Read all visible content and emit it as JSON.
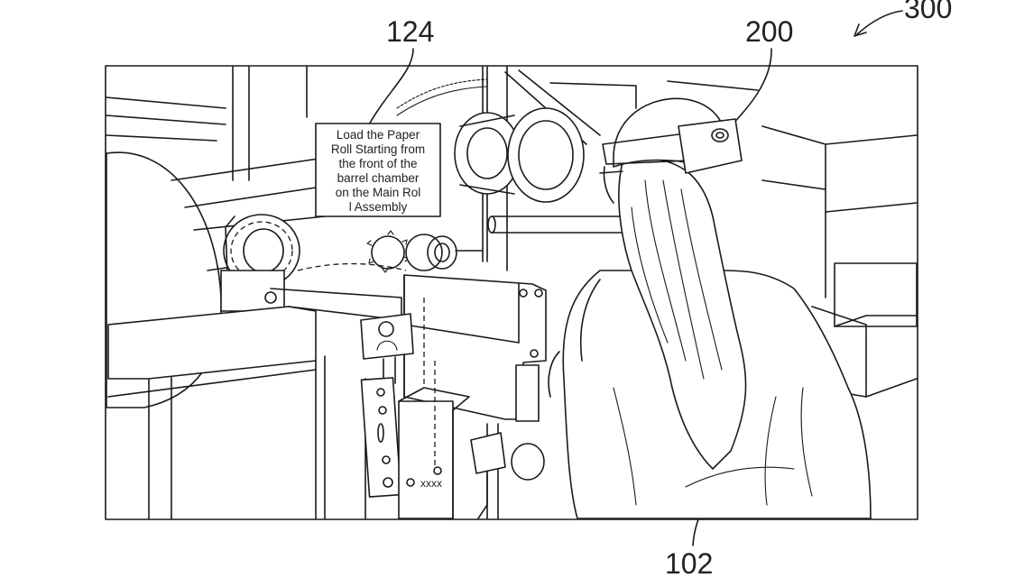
{
  "labels": {
    "ref_124": "124",
    "ref_200": "200",
    "ref_300": "300",
    "ref_102": "102"
  },
  "ar_instruction": {
    "lines": [
      "Load the Paper",
      "Roll Starting from",
      "the front of the",
      "barrel chamber",
      "on the Main Rol",
      "l Assembly"
    ]
  },
  "panel_text": "xxxx",
  "colors": {
    "ink": "#1a1a1a",
    "paper": "#ffffff"
  }
}
